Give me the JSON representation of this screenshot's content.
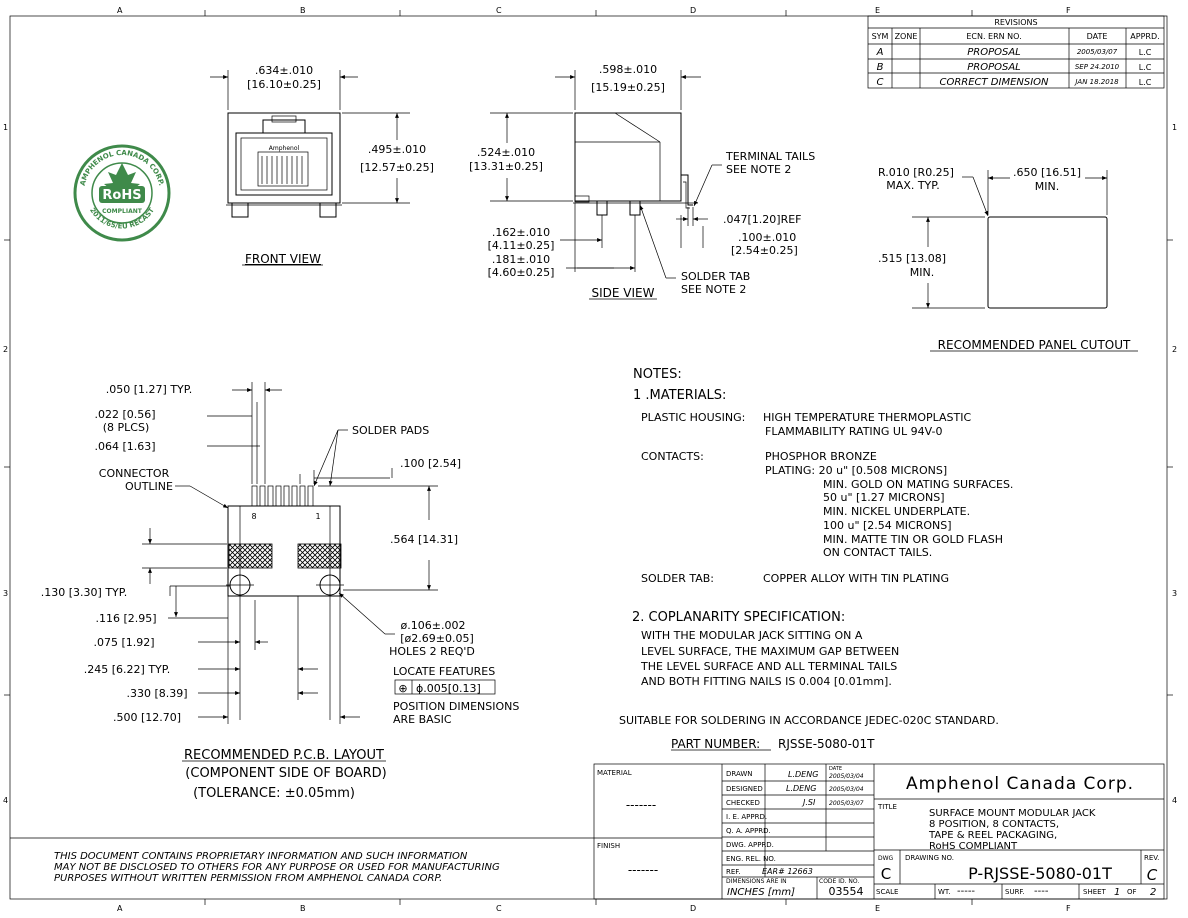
{
  "grid": {
    "columns": [
      "A",
      "B",
      "C",
      "D",
      "E",
      "F"
    ],
    "rows": [
      "1",
      "2",
      "3",
      "4"
    ]
  },
  "revisions": {
    "title": "REVISIONS",
    "headers": [
      "SYM",
      "ZONE",
      "ECN. ERN NO.",
      "DATE",
      "APPRD."
    ],
    "rows": [
      {
        "sym": "A",
        "zone": "",
        "ecn": "PROPOSAL",
        "date": "2005/03/07",
        "apprd": "L.C"
      },
      {
        "sym": "B",
        "zone": "",
        "ecn": "PROPOSAL",
        "date": "SEP 24.2010",
        "apprd": "L.C"
      },
      {
        "sym": "C",
        "zone": "",
        "ecn": "CORRECT DIMENSION",
        "date": "JAN 18.2018",
        "apprd": "L.C"
      }
    ]
  },
  "front_view": {
    "width_in": ".634±.010",
    "width_mm": "[16.10±0.25]",
    "height_in": ".495±.010",
    "height_mm": "[12.57±0.25]",
    "brand": "Amphenol",
    "label": "FRONT VIEW"
  },
  "rohs_seal": {
    "top_text": "AMPHENOL CANADA CORP.",
    "center": "RoHS",
    "sub": "COMPLIANT",
    "bottom_text": "2011/65/EU RECAST",
    "color": "#3f8a4a"
  },
  "side_view": {
    "width_in": ".598±.010",
    "width_mm": "[15.19±0.25]",
    "height_in": ".524±.010",
    "height_mm": "[13.31±0.25]",
    "terminal_tails": "TERMINAL TAILS",
    "terminal_note": "SEE NOTE 2",
    "ref": ".047[1.20]REF",
    "pitch_in": ".100±.010",
    "pitch_mm": "[2.54±0.25]",
    "d1_in": ".162±.010",
    "d1_mm": "[4.11±0.25]",
    "d2_in": ".181±.010",
    "d2_mm": "[4.60±0.25]",
    "solder_tab": "SOLDER TAB",
    "solder_note": "SEE NOTE 2",
    "label": "SIDE VIEW"
  },
  "panel_cutout": {
    "radius_1": "R.010 [R0.25]",
    "radius_2": "MAX. TYP.",
    "width_1": ".650 [16.51]",
    "width_2": "MIN.",
    "height_1": ".515 [13.08]",
    "height_2": "MIN.",
    "label": "RECOMMENDED PANEL CUTOUT"
  },
  "pcb_layout": {
    "d_050": ".050 [1.27] TYP.",
    "d_022": ".022 [0.56]",
    "d_022b": "(8 PLCS)",
    "d_064": ".064 [1.63]",
    "connector_1": "CONNECTOR",
    "connector_2": "OUTLINE",
    "solder_pads": "SOLDER PADS",
    "d_100": ".100 [2.54]",
    "d_564": ".564 [14.31]",
    "pin_8": "8",
    "pin_1": "1",
    "d_130": ".130 [3.30] TYP.",
    "d_116": ".116 [2.95]",
    "d_075": ".075 [1.92]",
    "d_245": ".245 [6.22] TYP.",
    "d_330": ".330 [8.39]",
    "d_500": ".500 [12.70]",
    "hole_1": "ø.106±.002",
    "hole_2": "[ø2.69±0.05]",
    "hole_3": "HOLES 2 REQ'D",
    "locate": "LOCATE FEATURES",
    "tol_symbol": "⊕",
    "tol_value": "ϕ.005[0.13]",
    "pos_1": "POSITION DIMENSIONS",
    "pos_2": "ARE BASIC",
    "label": "RECOMMENDED P.C.B. LAYOUT",
    "label_2": "(COMPONENT SIDE OF BOARD)",
    "label_3": "(TOLERANCE: ±0.05mm)"
  },
  "notes": {
    "title": "NOTES:",
    "n1": "1  .MATERIALS:",
    "housing_label": "PLASTIC HOUSING:",
    "housing_1": "HIGH TEMPERATURE THERMOPLASTIC",
    "housing_2": "FLAMMABILITY RATING UL 94V-0",
    "contacts_label": "CONTACTS:",
    "contacts_lines": [
      "PHOSPHOR BRONZE",
      "PLATING: 20 u\" [0.508 MICRONS]",
      "MIN. GOLD ON MATING SURFACES.",
      "50 u\" [1.27 MICRONS]",
      "MIN. NICKEL UNDERPLATE.",
      "100 u\" [2.54 MICRONS]",
      "MIN. MATTE TIN OR GOLD FLASH",
      "ON CONTACT TAILS."
    ],
    "solder_label": "SOLDER TAB:",
    "solder_value": "COPPER ALLOY WITH TIN PLATING",
    "n2": "2.  COPLANARITY SPECIFICATION:",
    "n2_lines": [
      "WITH THE MODULAR JACK SITTING ON A",
      "LEVEL SURFACE, THE MAXIMUM GAP BETWEEN",
      "THE LEVEL SURFACE AND ALL TERMINAL TAILS",
      "AND BOTH FITTING NAILS IS 0.004 [0.01mm]."
    ],
    "suitable": "SUITABLE FOR SOLDERING IN ACCORDANCE JEDEC-020C STANDARD.",
    "part_label": "PART NUMBER:",
    "part_value": "RJSSE-5080-01T"
  },
  "disclaimer": [
    "THIS DOCUMENT CONTAINS PROPRIETARY INFORMATION AND SUCH INFORMATION",
    "MAY NOT BE DISCLOSED TO OTHERS FOR ANY PURPOSE OR USED FOR MANUFACTURING",
    "PURPOSES WITHOUT WRITTEN PERMISSION FROM AMPHENOL CANADA CORP."
  ],
  "title_block": {
    "material_label": "MATERIAL",
    "material_value": "-------",
    "finish_label": "FINISH",
    "finish_value": "-------",
    "drawn_label": "DRAWN",
    "drawn_by": "L.DENG",
    "drawn_date": "2005/03/04",
    "date_label": "DATE",
    "designed_label": "DESIGNED",
    "designed_by": "L.DENG",
    "designed_date": "2005/03/04",
    "checked_label": "CHECKED",
    "checked_by": "J.SI",
    "checked_date": "2005/03/07",
    "ie_label": "I. E. APPRD.",
    "qa_label": "Q. A. APPRD.",
    "dwg_label": "DWG. APPRD.",
    "eng_label": "ENG. REL. NO.",
    "ref_label": "REF.",
    "ref_value": "EAR# 12663",
    "dims_label": "DIMENSIONS ARE IN",
    "dims_value": "INCHES [mm]",
    "code_label": "CODE ID. NO.",
    "code_value": "03554",
    "company": "Amphenol Canada Corp.",
    "title_label": "TITLE",
    "title_lines": [
      "SURFACE MOUNT MODULAR JACK",
      "8 POSITION, 8 CONTACTS,",
      "TAPE & REEL PACKAGING,",
      "RoHS COMPLIANT"
    ],
    "dwg_size_label": "DWG",
    "dwg_size": "C",
    "drawing_no_label": "DRAWING NO.",
    "drawing_no": "P-RJSSE-5080-01T",
    "rev_label": "REV.",
    "rev": "C",
    "scale_label": "SCALE",
    "wt_label": "WT.",
    "wt_value": "-----",
    "surf_label": "SURF.",
    "surf_value": "----",
    "sheet_label": "SHEET",
    "sheet_no": "1",
    "sheet_of": "OF",
    "sheet_total": "2"
  }
}
